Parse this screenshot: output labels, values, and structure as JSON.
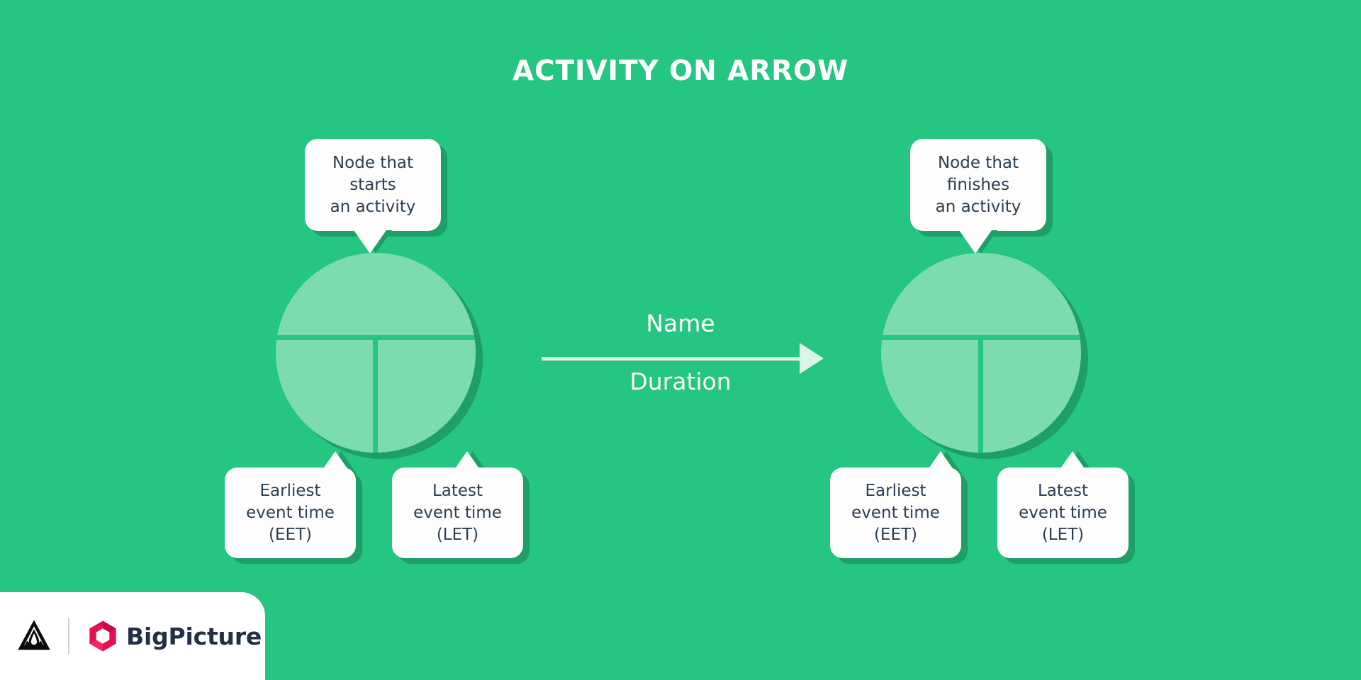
{
  "diagram": {
    "title": "ACTIVITY ON ARROW",
    "background_color": "#25C681",
    "shadow_color": "#1F9F68",
    "node_fill_color": "#7CDCAF",
    "bubble_color": "#FDFDFD",
    "bubble_text_color": "#2C3E50",
    "arrow_color": "#DCF3E7",
    "title_color": "#FFFFFF"
  },
  "nodes": [
    {
      "id": "start-node",
      "top_callout": "Node that\nstarts\nan activity",
      "left_callout": "Earliest\nevent time\n(EET)",
      "right_callout": "Latest\nevent time\n(LET)"
    },
    {
      "id": "finish-node",
      "top_callout": "Node that\nfinishes\nan activity",
      "left_callout": "Earliest\nevent time\n(EET)",
      "right_callout": "Latest\nevent time\n(LET)"
    }
  ],
  "arrow": {
    "label_above": "Name",
    "label_below": "Duration"
  },
  "branding": {
    "product_name": "BigPicture",
    "appfire_icon": "appfire-triangle-icon",
    "hexagon_icon": "bigpicture-hexagon-icon",
    "hexagon_color": "#E3114F"
  }
}
